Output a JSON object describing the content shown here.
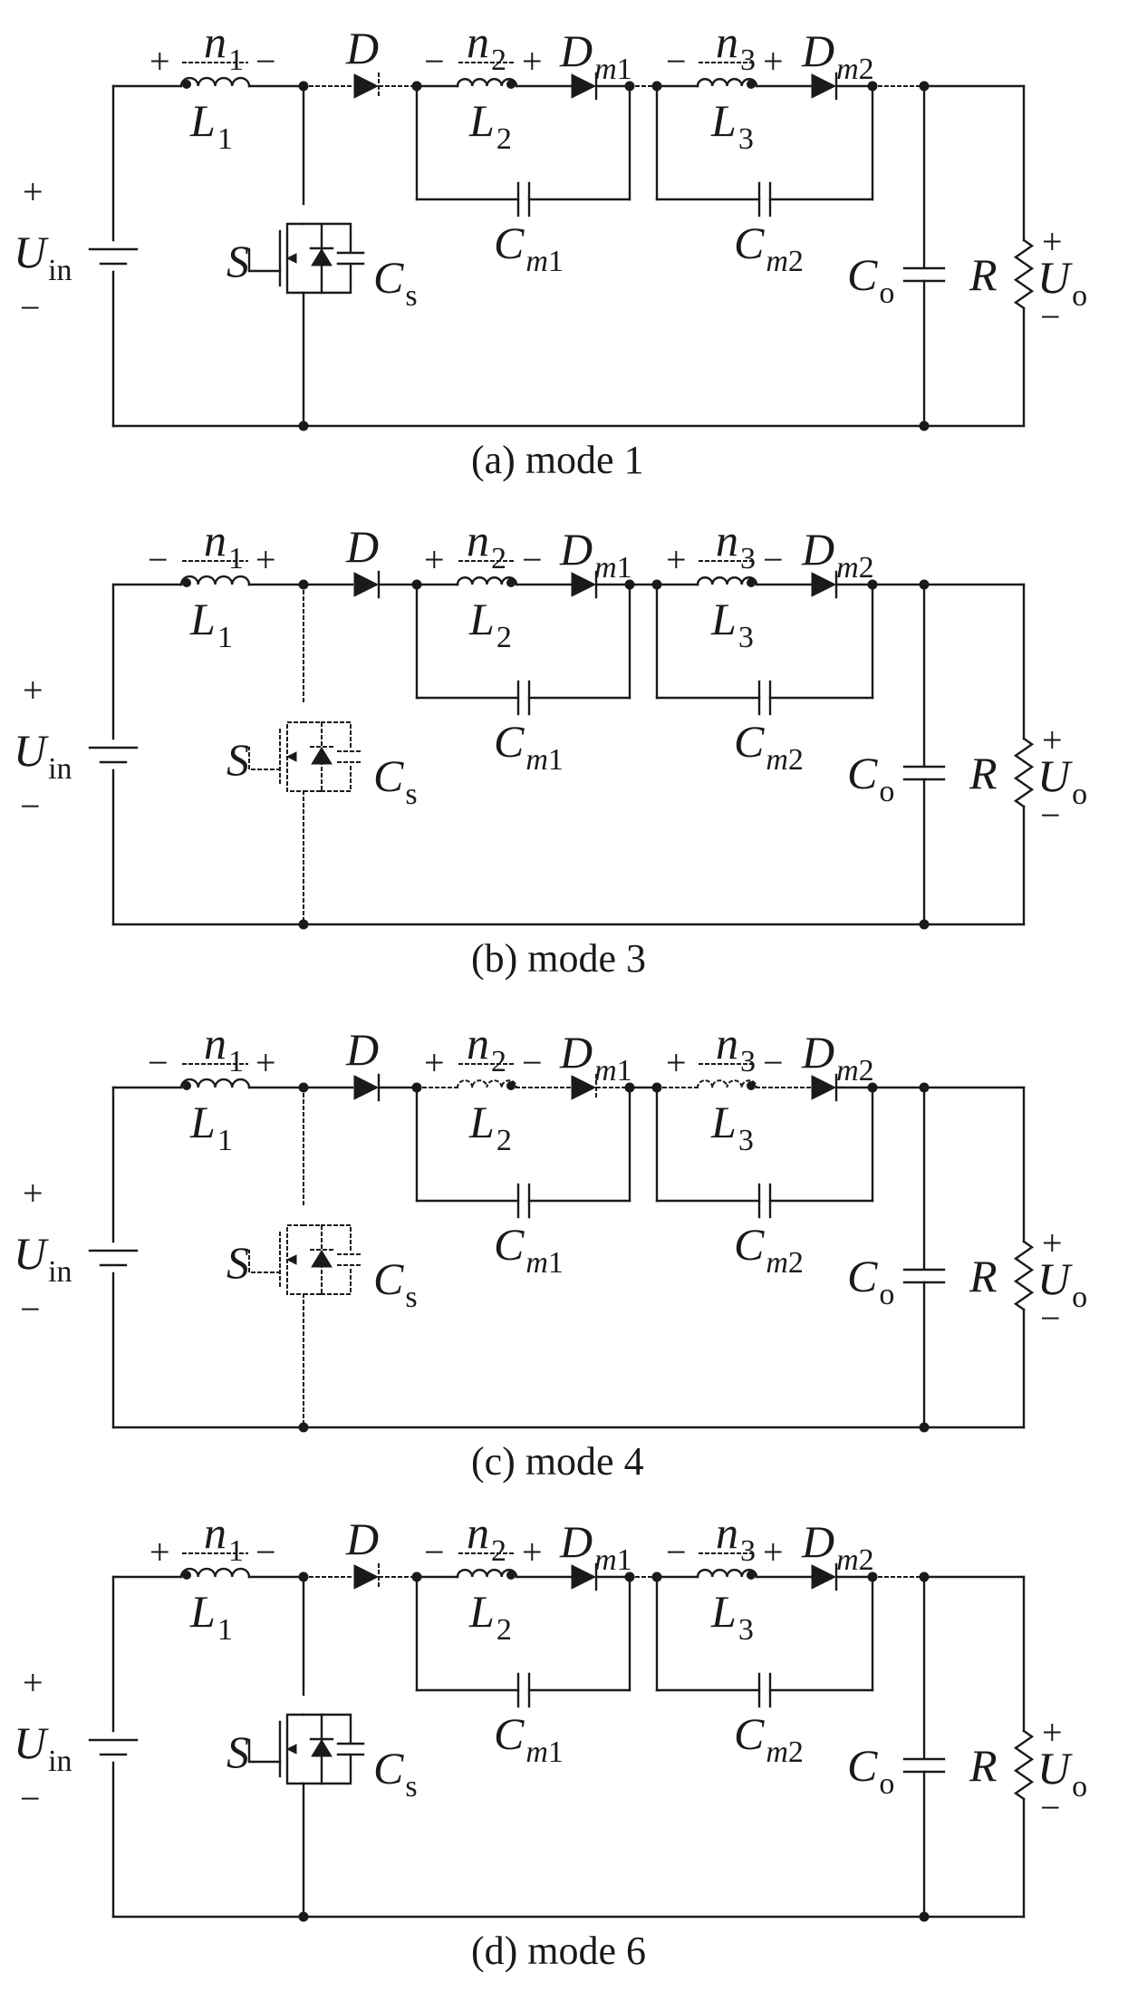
{
  "panels": [
    {
      "id": "a",
      "caption": "(a) mode 1",
      "signs": {
        "L1": [
          "+",
          "−"
        ],
        "L2": [
          "−",
          "+"
        ],
        "L3": [
          "−",
          "+"
        ]
      },
      "conducting": {
        "L1": true,
        "S": true,
        "D": false,
        "L2": true,
        "Dm1": true,
        "L3": true,
        "Dm2": true,
        "link12": false,
        "link23": false,
        "link3o": false
      }
    },
    {
      "id": "b",
      "caption": "(b) mode 3",
      "signs": {
        "L1": [
          "−",
          "+"
        ],
        "L2": [
          "+",
          "−"
        ],
        "L3": [
          "+",
          "−"
        ]
      },
      "conducting": {
        "L1": true,
        "S": false,
        "D": true,
        "L2": true,
        "Dm1": true,
        "L3": true,
        "Dm2": true,
        "link12": true,
        "link23": true,
        "link3o": true
      }
    },
    {
      "id": "c",
      "caption": "(c) mode 4",
      "signs": {
        "L1": [
          "−",
          "+"
        ],
        "L2": [
          "+",
          "−"
        ],
        "L3": [
          "+",
          "−"
        ]
      },
      "conducting": {
        "L1": true,
        "S": false,
        "D": true,
        "L2": false,
        "Dm1": false,
        "L3": false,
        "Dm2": true,
        "link12": true,
        "link23": true,
        "link3o": true
      }
    },
    {
      "id": "d",
      "caption": "(d) mode 6",
      "signs": {
        "L1": [
          "+",
          "−"
        ],
        "L2": [
          "−",
          "+"
        ],
        "L3": [
          "−",
          "+"
        ]
      },
      "conducting": {
        "L1": true,
        "S": true,
        "D": false,
        "L2": true,
        "Dm1": true,
        "L3": true,
        "Dm2": true,
        "link12": false,
        "link23": false,
        "link3o": false
      }
    }
  ],
  "labels": {
    "n1": {
      "main": "n",
      "sub": "1"
    },
    "n2": {
      "main": "n",
      "sub": "2"
    },
    "n3": {
      "main": "n",
      "sub": "3"
    },
    "L1": {
      "main": "L",
      "sub": "1"
    },
    "L2": {
      "main": "L",
      "sub": "2"
    },
    "L3": {
      "main": "L",
      "sub": "3"
    },
    "D": {
      "main": "D",
      "sub": ""
    },
    "Dm1": {
      "main": "D",
      "sub": "m",
      "sub2": "1"
    },
    "Dm2": {
      "main": "D",
      "sub": "m",
      "sub2": "2"
    },
    "Cm1": {
      "main": "C",
      "sub": "m",
      "sub2": "1"
    },
    "Cm2": {
      "main": "C",
      "sub": "m",
      "sub2": "2"
    },
    "Uin": {
      "main": "U",
      "sub": "in"
    },
    "S": {
      "main": "S",
      "sub": ""
    },
    "Cs": {
      "main": "C",
      "sub": "s"
    },
    "Co": {
      "main": "C",
      "sub": "o"
    },
    "R": {
      "main": "R",
      "sub": ""
    },
    "Uo": {
      "main": "U",
      "sub": "o"
    },
    "plus": "+",
    "minus": "−"
  }
}
